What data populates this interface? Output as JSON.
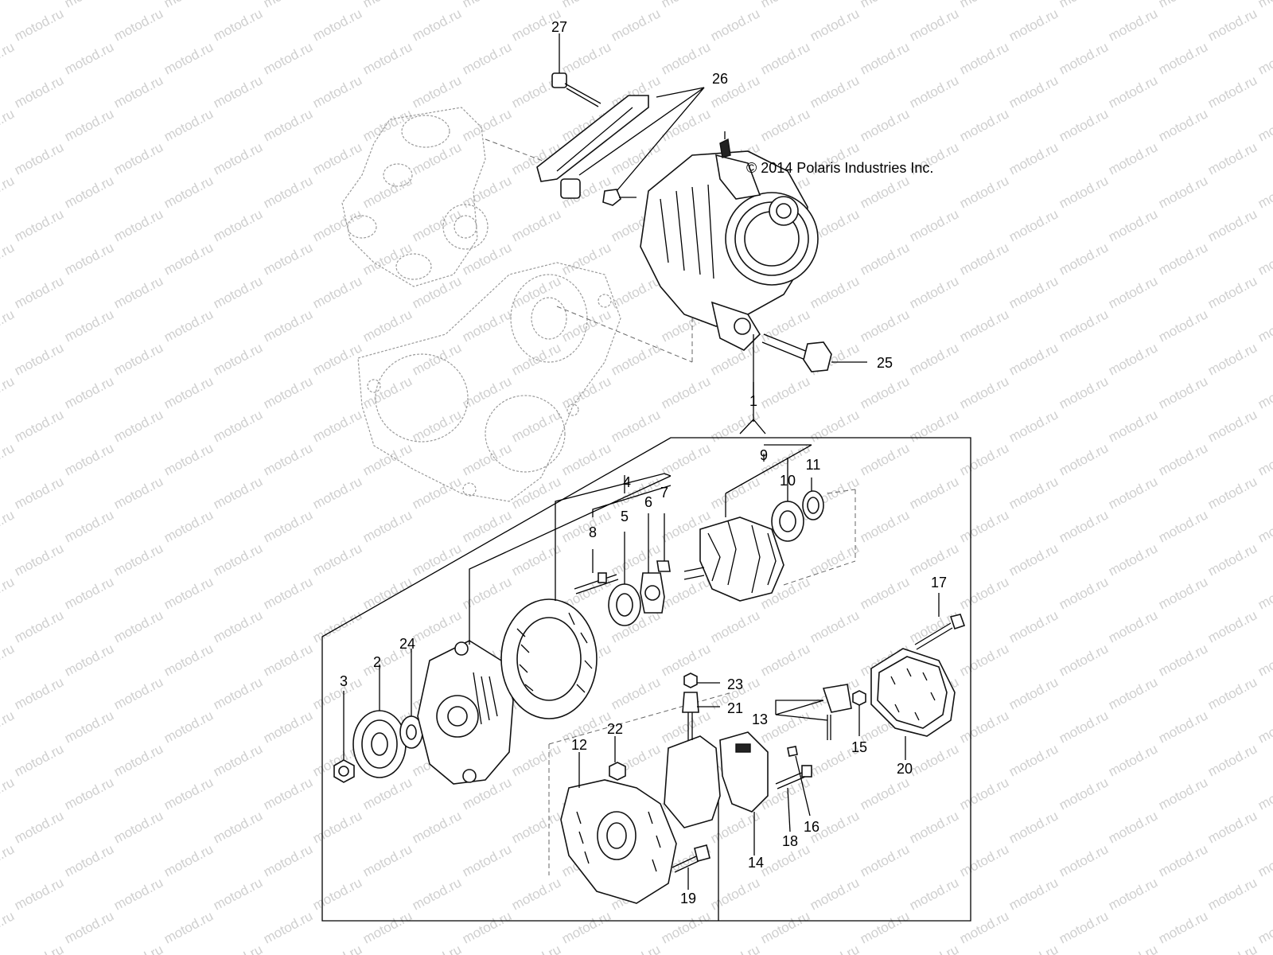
{
  "copyright": "© 2014 Polaris Industries Inc.",
  "watermark": "motod.ru",
  "callouts": {
    "c1": "1",
    "c2": "2",
    "c3": "3",
    "c4": "4",
    "c5": "5",
    "c6": "6",
    "c7": "7",
    "c8": "8",
    "c9": "9",
    "c10": "10",
    "c11": "11",
    "c12": "12",
    "c13": "13",
    "c14": "14",
    "c15": "15",
    "c16": "16",
    "c17": "17",
    "c18": "18",
    "c19": "19",
    "c20": "20",
    "c21": "21",
    "c22": "22",
    "c23": "23",
    "c24": "24",
    "c25": "25",
    "c26": "26",
    "c27": "27"
  },
  "colors": {
    "line": "#000000",
    "ghost": "#9a9a9a",
    "watermark": "#cfcfcf"
  }
}
